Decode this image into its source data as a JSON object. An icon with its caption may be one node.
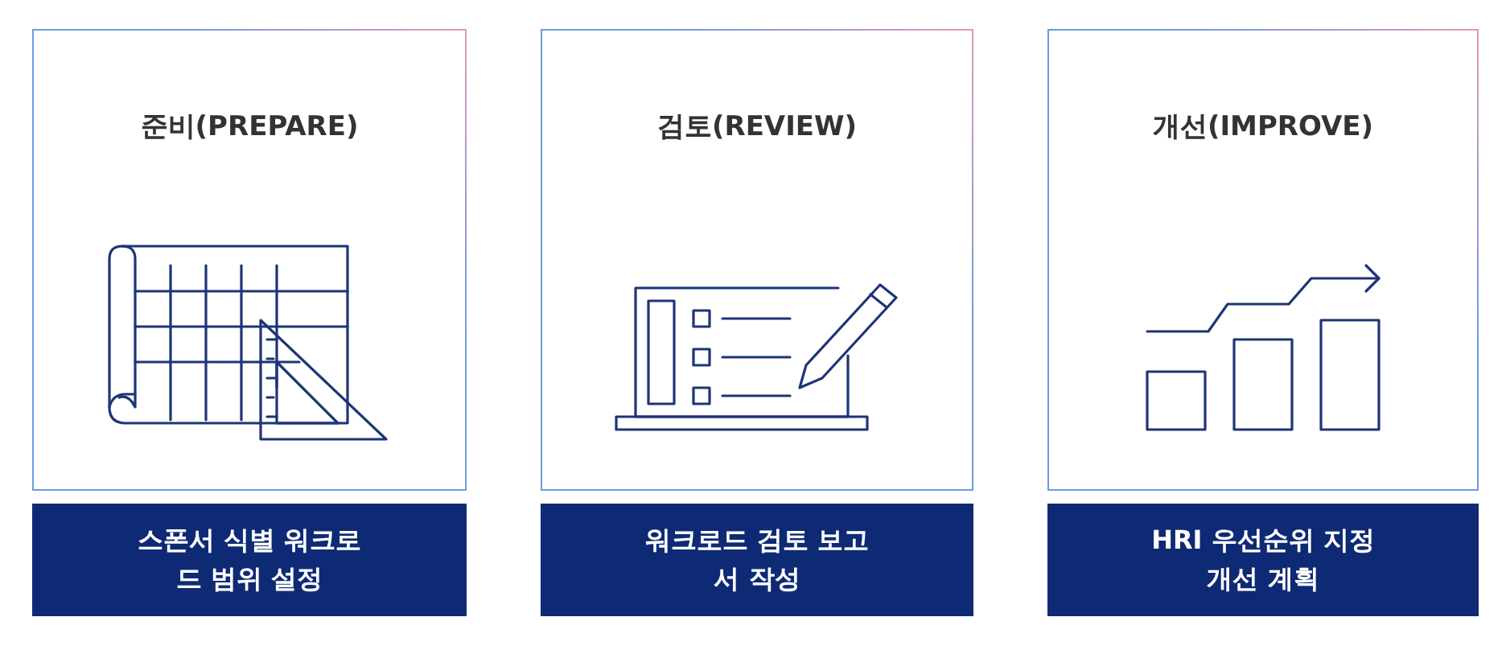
{
  "diagram": {
    "nodes": [
      {
        "text": [
          "준비(PREPARE)"
        ]
      },
      {
        "text": [
          "검토(REVIEW)"
        ]
      },
      {
        "text": [
          "개선(IMPROVE)"
        ]
      },
      {
        "text": [
          "스폰서 식별 워크로드 범위 설정"
        ]
      },
      {
        "text": [
          "워크로드 검토 보고서 작성"
        ]
      },
      {
        "text": [
          "HRI 우선순위 지정 개선 계획"
        ]
      }
    ]
  }
}
